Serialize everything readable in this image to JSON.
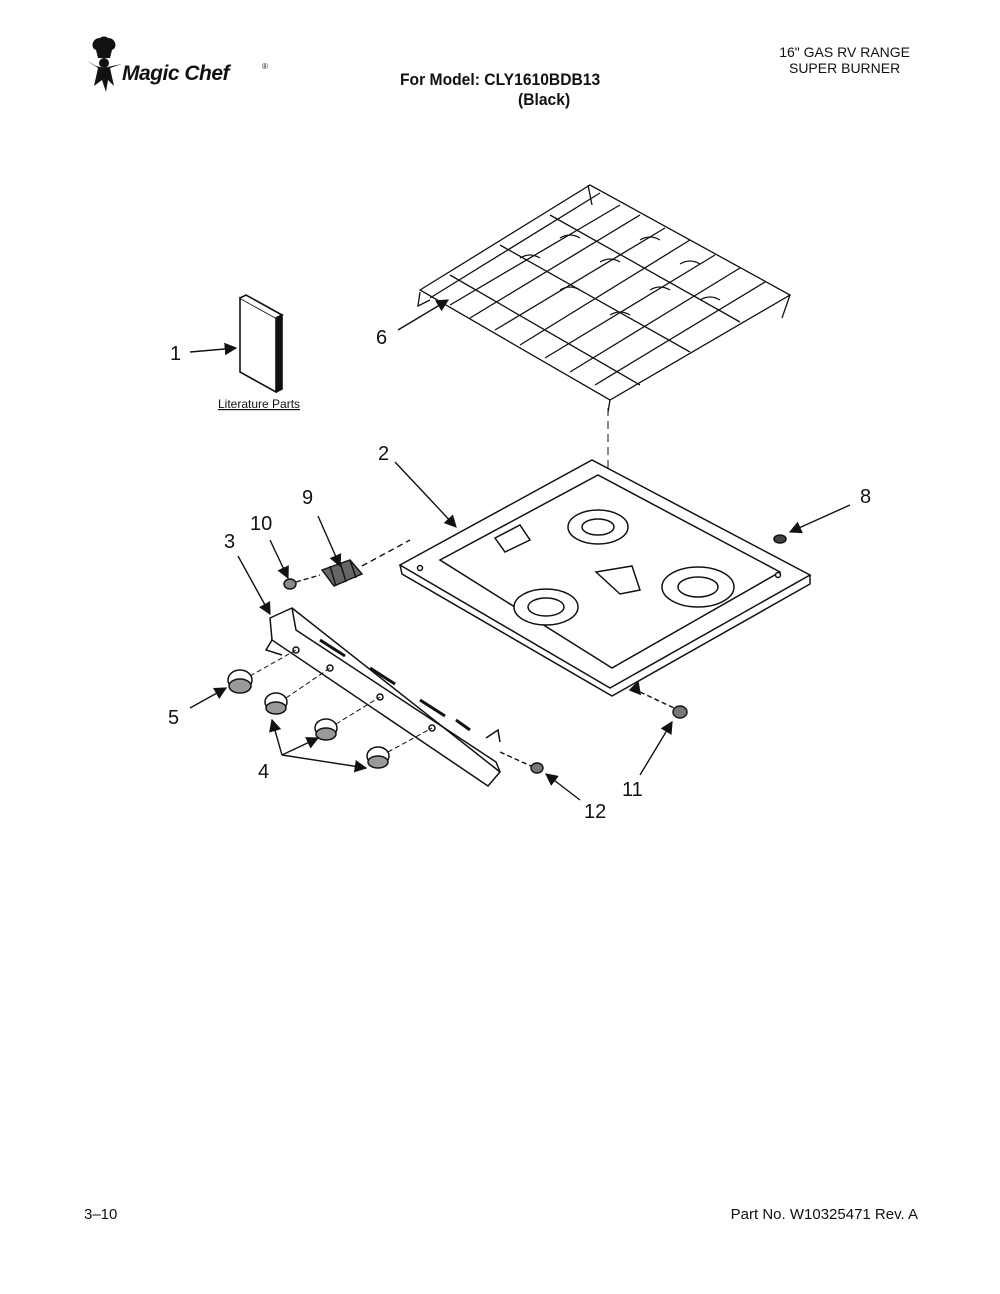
{
  "header": {
    "brand": "Magic Chef",
    "trademark": "®",
    "model_line": "For Model: CLY1610BDB13",
    "color_line": "(Black)",
    "product_line1": "16\" GAS RV RANGE",
    "product_line2": "SUPER BURNER"
  },
  "diagram": {
    "literature_label": "Literature Parts",
    "callouts": [
      "1",
      "2",
      "3",
      "4",
      "5",
      "6",
      "8",
      "9",
      "10",
      "11",
      "12"
    ]
  },
  "footer": {
    "page": "3–10",
    "part_no": "Part No. W10325471 Rev. A"
  }
}
